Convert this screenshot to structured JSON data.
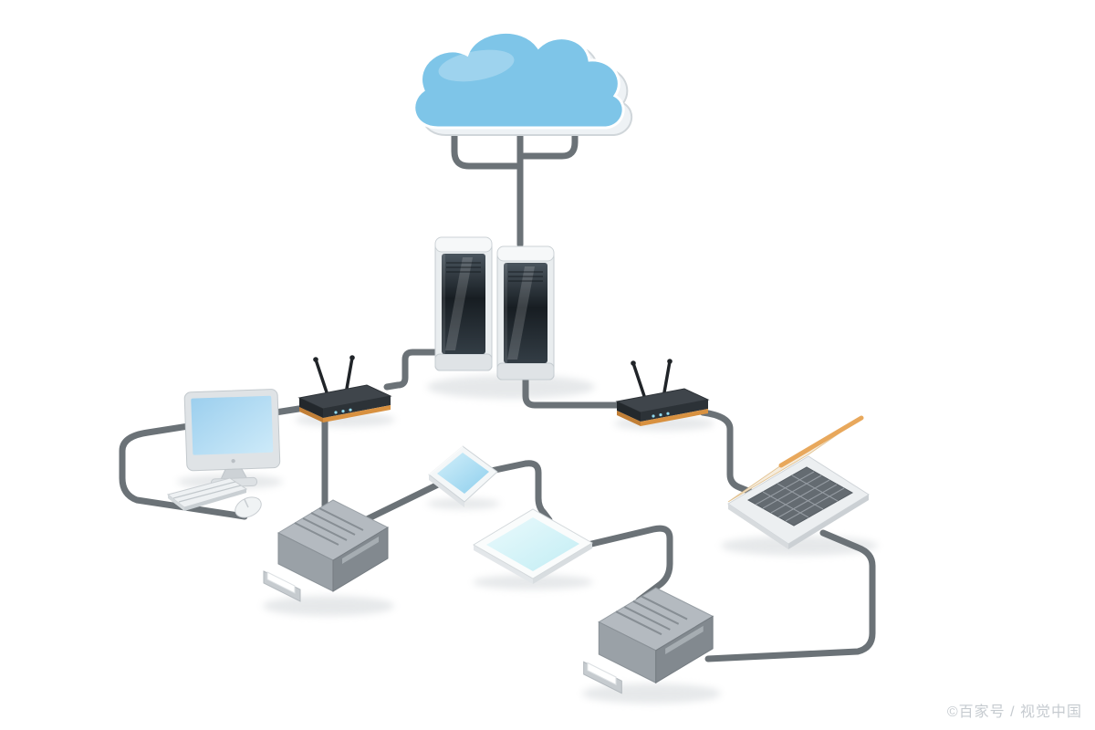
{
  "scene": {
    "description": "3D illustration of a cloud computing network connecting servers, routers and client devices with gray cables",
    "devices": [
      {
        "id": "cloud",
        "label": "cloud"
      },
      {
        "id": "server-tower-1",
        "label": "server tower"
      },
      {
        "id": "server-tower-2",
        "label": "server tower"
      },
      {
        "id": "wireless-router-left",
        "label": "wireless router"
      },
      {
        "id": "wireless-router-right",
        "label": "wireless router"
      },
      {
        "id": "desktop-computer",
        "label": "desktop monitor with keyboard and mouse"
      },
      {
        "id": "printer-left",
        "label": "printer / fax machine"
      },
      {
        "id": "smartphone",
        "label": "smartphone"
      },
      {
        "id": "tablet",
        "label": "tablet"
      },
      {
        "id": "laptop",
        "label": "laptop"
      },
      {
        "id": "printer-right",
        "label": "printer / fax machine"
      }
    ]
  },
  "colors": {
    "background": "#ffffff",
    "cloud": "#7ec5e8",
    "cable": "#6b7277",
    "screen_blue": "#a9d7ef",
    "router_body": "#3f454b",
    "router_accent": "#d89140",
    "laptop_accent": "#e8a85c",
    "device_gray": "#9aa1a7"
  },
  "watermark": {
    "text": "©百家号 / 视觉中国"
  }
}
